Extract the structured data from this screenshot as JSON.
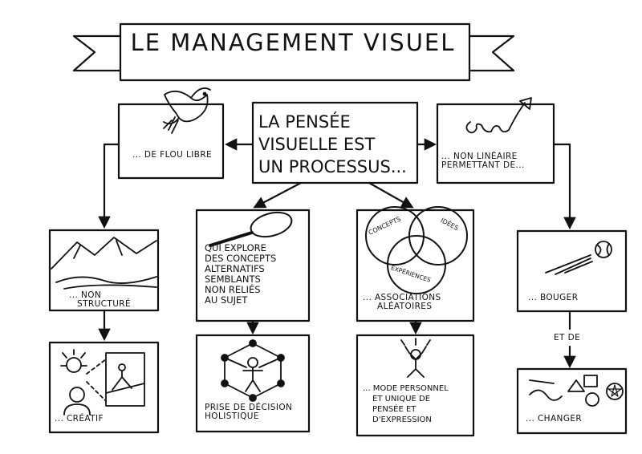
{
  "title": "LE MANAGEMENT VISUEL",
  "center": [
    "LA PENSÉE",
    "VISUELLE EST",
    "UN PROCESSUS..."
  ],
  "top_left": "... DE FLOU LIBRE",
  "top_right": [
    "... NON LINÉAIRE",
    "PERMETTANT DE..."
  ],
  "col1": {
    "mid": [
      "... NON",
      "STRUCTURÉ"
    ],
    "bottom": "... CRÉATIF"
  },
  "col2": {
    "mid": [
      "QUI EXPLORE",
      "DES CONCEPTS",
      "ALTERNATIFS",
      "SEMBLANTS",
      "NON RELIÉS",
      "AU SUJET"
    ],
    "bottom": [
      "PRISE DE DÉCISION",
      "HOLISTIQUE"
    ]
  },
  "col3": {
    "venn": [
      "CONCEPTS",
      "IDÉES",
      "EXPÉRIENCES"
    ],
    "mid": [
      "... ASSOCIATIONS",
      "ALÉATOIRES"
    ],
    "bottom": [
      "... MODE PERSONNEL",
      "ET UNIQUE DE",
      "PENSÉE ET",
      "D'EXPRESSION"
    ]
  },
  "col4": {
    "mid": "... BOUGER",
    "connector": "ET DE",
    "bottom": "... CHANGER"
  },
  "icons": [
    "bird-icon",
    "spiral-arrow-icon",
    "mountain-river-icon",
    "magnifier-icon",
    "venn-diagram-icon",
    "comet-ball-icon",
    "lightbulb-person-picture-icon",
    "network-person-icon",
    "celebrating-person-icon",
    "shapes-transformation-icon"
  ]
}
